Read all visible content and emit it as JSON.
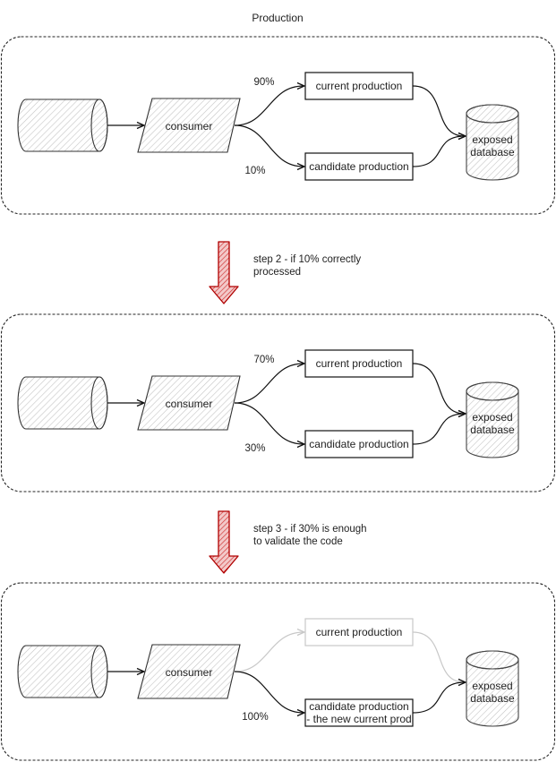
{
  "title": "Production",
  "colors": {
    "line": "#111111",
    "faded": "#c8c8c8",
    "hatch": "#bdbdbd",
    "arrow_red": "#b00000",
    "arrow_fill": "#e06a6a"
  },
  "stages": [
    {
      "source_icon": "queue-cylinder-icon",
      "consumer": "consumer",
      "top_pct": "90%",
      "bottom_pct": "10%",
      "top_service": "current production",
      "bottom_service": "candidate production",
      "bottom_service_line2": "",
      "database": [
        "exposed",
        "database"
      ],
      "top_path_active": true
    },
    {
      "source_icon": "queue-cylinder-icon",
      "consumer": "consumer",
      "top_pct": "70%",
      "bottom_pct": "30%",
      "top_service": "current production",
      "bottom_service": "candidate production",
      "bottom_service_line2": "",
      "database": [
        "exposed",
        "database"
      ],
      "top_path_active": true
    },
    {
      "source_icon": "queue-cylinder-icon",
      "consumer": "consumer",
      "top_pct": "",
      "bottom_pct": "100%",
      "top_service": "current production",
      "bottom_service": "candidate production",
      "bottom_service_line2": "- the new current prod",
      "database": [
        "exposed",
        "database"
      ],
      "top_path_active": false
    }
  ],
  "steps": [
    {
      "lines": [
        "step 2 - if 10% correctly",
        "processed"
      ],
      "icon": "down-arrow-icon"
    },
    {
      "lines": [
        "step 3 - if 30% is enough",
        "to validate the code"
      ],
      "icon": "down-arrow-icon"
    }
  ]
}
